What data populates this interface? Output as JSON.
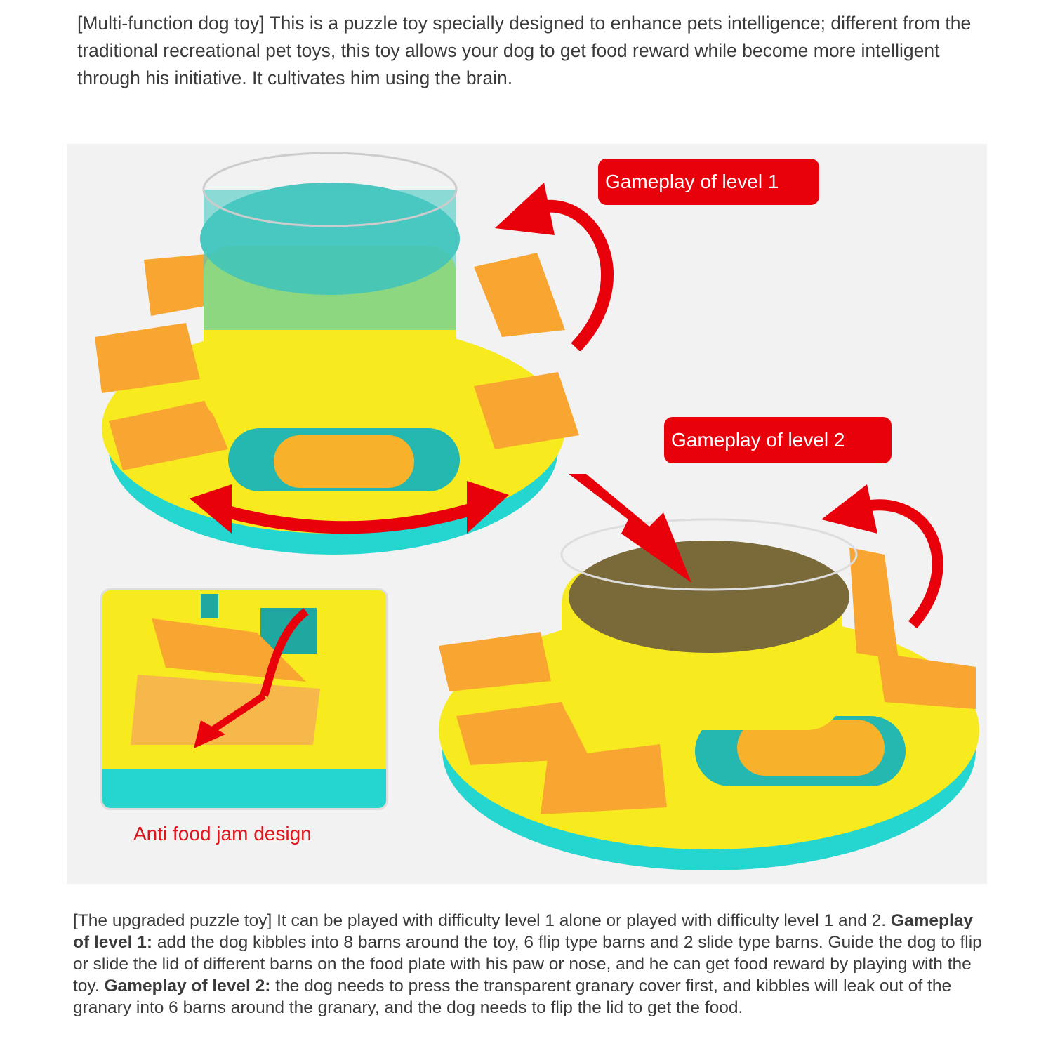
{
  "intro_text": "[Multi-function dog toy] This is a puzzle toy specially designed to enhance pets intelligence; different from the traditional recreational pet toys, this toy allows your dog to get food reward while become more intelligent through his initiative. It cultivates him using the brain.",
  "labels": {
    "level1": "Gameplay of level 1",
    "level2": "Gameplay of level 2",
    "anti_jam": "Anti food jam design"
  },
  "description": {
    "part1": "[The upgraded puzzle toy] It can be played with difficulty level 1 alone or played with difficulty level 1 and 2. ",
    "bold1": "Gameplay of level 1:",
    "part2": " add the dog kibbles into 8 barns around the toy, 6 flip type barns and 2 slide type barns. Guide the dog to flip or slide the lid of different barns on the food plate with his paw or nose, and he can get food reward by playing with the toy. ",
    "bold2": "Gameplay of level 2:",
    "part3": " the dog needs to press the transparent granary cover first, and kibbles will leak out of the granary into 6 barns around the granary, and the dog needs to flip the lid to get the food."
  },
  "colors": {
    "accent_red": "#e8000b",
    "toy_yellow": "#f7ea1f",
    "toy_orange": "#f8a531",
    "toy_teal": "#25d6d0"
  }
}
